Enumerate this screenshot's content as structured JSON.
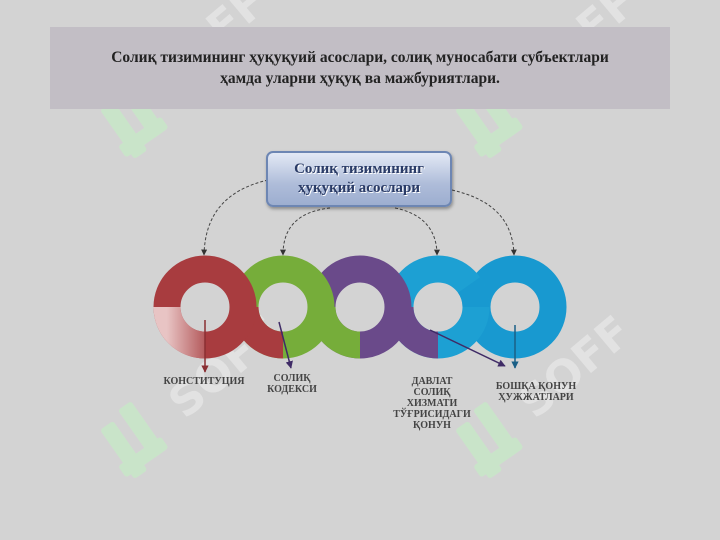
{
  "title": {
    "line1": "Солиқ тизимининг ҳуқуқуий асослари, солиқ муносабати субъектлари",
    "line2": "ҳамда уларни ҳуқуқ ва мажбуриятлари."
  },
  "central_box": {
    "line1": "Солиқ тизимининг",
    "line2": "ҳуқуқий асослари"
  },
  "watermark_text": "SOFF",
  "rings": [
    {
      "id": "constitution",
      "color": "#a83c3f",
      "label_lines": [
        "КОНСТИТУЦИЯ"
      ]
    },
    {
      "id": "tax-code",
      "color": "#76ad3a",
      "label_lines": [
        "СОЛИҚ",
        "КОДЕКСИ"
      ]
    },
    {
      "id": "middle",
      "color": "#6a4a8a",
      "label_lines": []
    },
    {
      "id": "tax-service-law",
      "color": "#6a4a8a",
      "label_lines": [
        "ДАВЛАТ",
        "СОЛИҚ",
        "ХИЗМАТИ",
        "ТЎҒРИСИДАГИ",
        "ҚОНУН"
      ]
    },
    {
      "id": "other-legal-docs",
      "color": "#1899d0",
      "label_lines": [
        "БОШҚА ҚОНУН",
        "ҲУЖЖАТЛАРИ"
      ]
    }
  ],
  "colors": {
    "background": "#d3d3d3",
    "title_box": "#c2bec5",
    "watermark": "#c8e8c8",
    "ring_red": "#a83c3f",
    "ring_green": "#76ad3a",
    "ring_purple": "#6a4a8a",
    "ring_blue_dark": "#1da0d3",
    "ring_blue": "#1899d0"
  }
}
